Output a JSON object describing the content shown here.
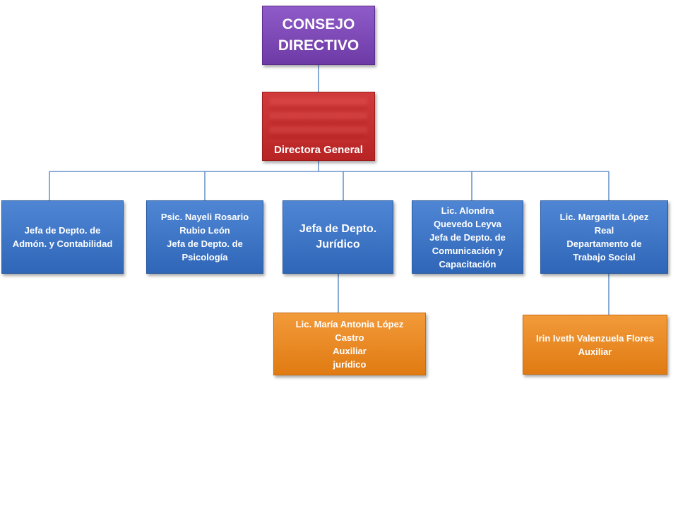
{
  "chart": {
    "consejo": "CONSEJO\nDIRECTIVO",
    "directora": "Directora General",
    "departamentos": [
      "Jefa de Depto. de\nAdmón. y Contabilidad",
      "Psic. Nayeli Rosario\nRubio León\nJefa de Depto. de\nPsicología",
      "Jefa de Depto.\nJurídico",
      "Lic.  Alondra\nQuevedo Leyva\nJefa de Depto. de\nComunicación y\nCapacitación",
      "Lic.  Margarita López\nReal\nDepartamento de\nTrabajo Social"
    ],
    "auxiliares": [
      "Lic. María Antonia López\nCastro\nAuxiliar\njurídico",
      "Irin Iveth Valenzuela Flores\nAuxiliar"
    ]
  },
  "colors": {
    "consejo": "#7b45b5",
    "directora": "#c62f2f",
    "departamento": "#3b74c6",
    "auxiliar": "#e8861f",
    "connector": "#4a7ebf"
  }
}
